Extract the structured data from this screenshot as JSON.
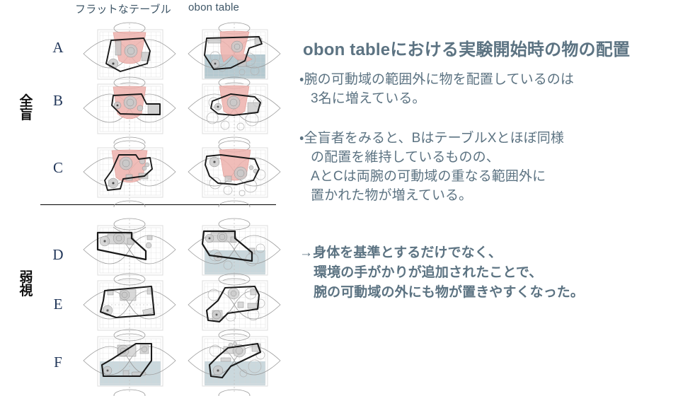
{
  "figure": {
    "column_headers": [
      {
        "key": "flat",
        "label": "フラットなテーブル"
      },
      {
        "key": "obon",
        "label": "obon table"
      }
    ],
    "group_labels": [
      {
        "key": "blind",
        "label": "全盲",
        "chars": [
          "全",
          "盲"
        ]
      },
      {
        "key": "low_vision",
        "label": "弱視",
        "chars": [
          "弱",
          "視"
        ]
      }
    ],
    "rows": [
      {
        "letter": "A",
        "group": "全盲"
      },
      {
        "letter": "B",
        "group": "全盲"
      },
      {
        "letter": "C",
        "group": "全盲"
      },
      {
        "letter": "D",
        "group": "弱視"
      },
      {
        "letter": "E",
        "group": "弱視"
      },
      {
        "letter": "F",
        "group": "弱視"
      }
    ],
    "colors": {
      "reach_overlap_pink": "#edb2ad",
      "obon_tray_blue": "#b5c9d0",
      "object_outline": "#1a1a1a",
      "grid_line": "#cfcfcf",
      "arc_line": "#9a9a9a",
      "object_fill": "#c9c9c9"
    },
    "legend_notes": {
      "pink_region": "両腕の可動域の重なる範囲",
      "blue_region": "obon table のトレイ範囲"
    }
  },
  "text": {
    "title": "obon tableにおける実験開始時の物の配置",
    "bullet_1": [
      "・腕の可動域の範囲外に物を配置しているのは",
      "3名に増えている。"
    ],
    "bullet_2": [
      "・全盲者をみると、BはテーブルXとほぼ同様",
      "の配置を維持しているものの、",
      "AとCは両腕の可動域の重なる範囲外に",
      "置かれた物が増えている。"
    ],
    "conclusion": [
      "→身体を基準とするだけでなく、",
      "環境の手がかりが追加されたことで、",
      "腕の可動域の外にも物が置きやすくなった。"
    ]
  }
}
